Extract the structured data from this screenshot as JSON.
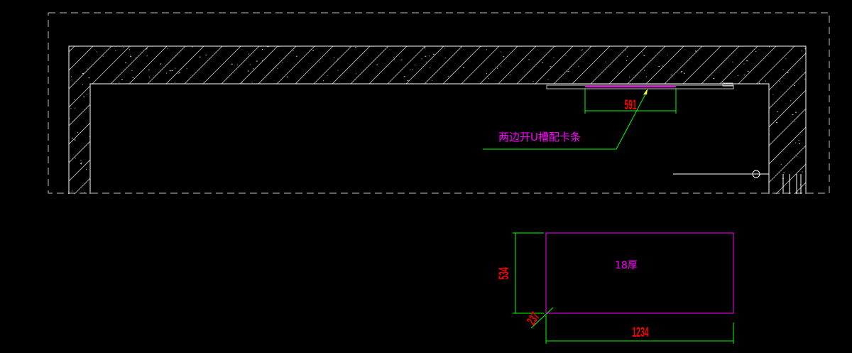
{
  "annotations": {
    "callout_note": "两边开U槽配卡条",
    "panel_note": "18厚"
  },
  "dimensions": {
    "slot_width": "591",
    "panel_height": "534",
    "panel_width": "1234",
    "panel_offset": "237"
  },
  "colors": {
    "background": "#000000",
    "wall_line": "#ffffff",
    "border_dash": "#c0c0c0",
    "dimension_line": "#00ff00",
    "dimension_text": "#ff0000",
    "annotation_text": "#ff00ff",
    "leader_line": "#00ff00",
    "leader_arrow": "#ffff00",
    "panel_outline": "#ff00ff",
    "hatch": "#c8c8c8"
  }
}
